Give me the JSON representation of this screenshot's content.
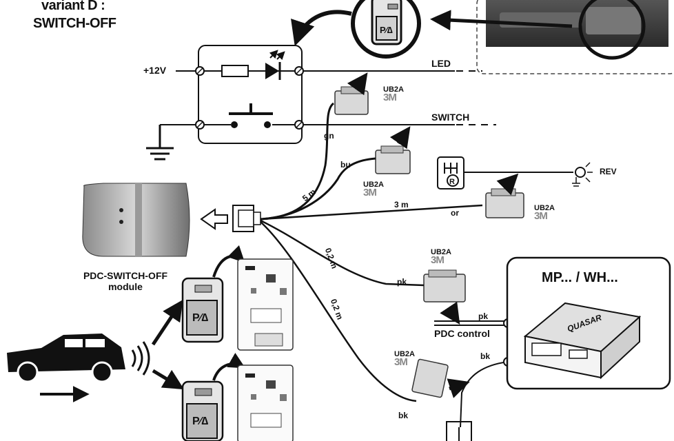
{
  "title": {
    "line1": "variant D :",
    "line2": "SWITCH-OFF"
  },
  "labels": {
    "plus12v": "+12V",
    "led": "LED",
    "switch": "SWITCH",
    "rev": "REV",
    "module": [
      "PDC-SWITCH-OFF",
      "module"
    ],
    "pdc_control": "PDC control",
    "mp_wh": "MP... / WH...",
    "quasar": "QUASAR"
  },
  "connector": {
    "name": "UB2A",
    "brand": "3M"
  },
  "wires": {
    "gn": "gn",
    "bu": "bu",
    "or": "or",
    "pk": "pk",
    "bk": "bk",
    "pk_out": "pk",
    "bk_out": "bk",
    "len_5m": "5 m",
    "len_3m": "3 m",
    "len_02m_a": "0,2 m",
    "len_02m_b": "0,2 m"
  },
  "icons": {
    "led": "led-diode-icon",
    "resistor": "resistor-icon",
    "switch": "push-switch-icon",
    "ground": "ground-icon",
    "gear": "reverse-gear-icon",
    "lamp": "reverse-lamp-icon",
    "car": "car-icon",
    "arrow": "direction-arrow-icon",
    "park_button": "parking-sensor-button-icon"
  },
  "colors": {
    "ink": "#111111",
    "grey": "#7a7a7a",
    "light": "#cfcfcf"
  }
}
